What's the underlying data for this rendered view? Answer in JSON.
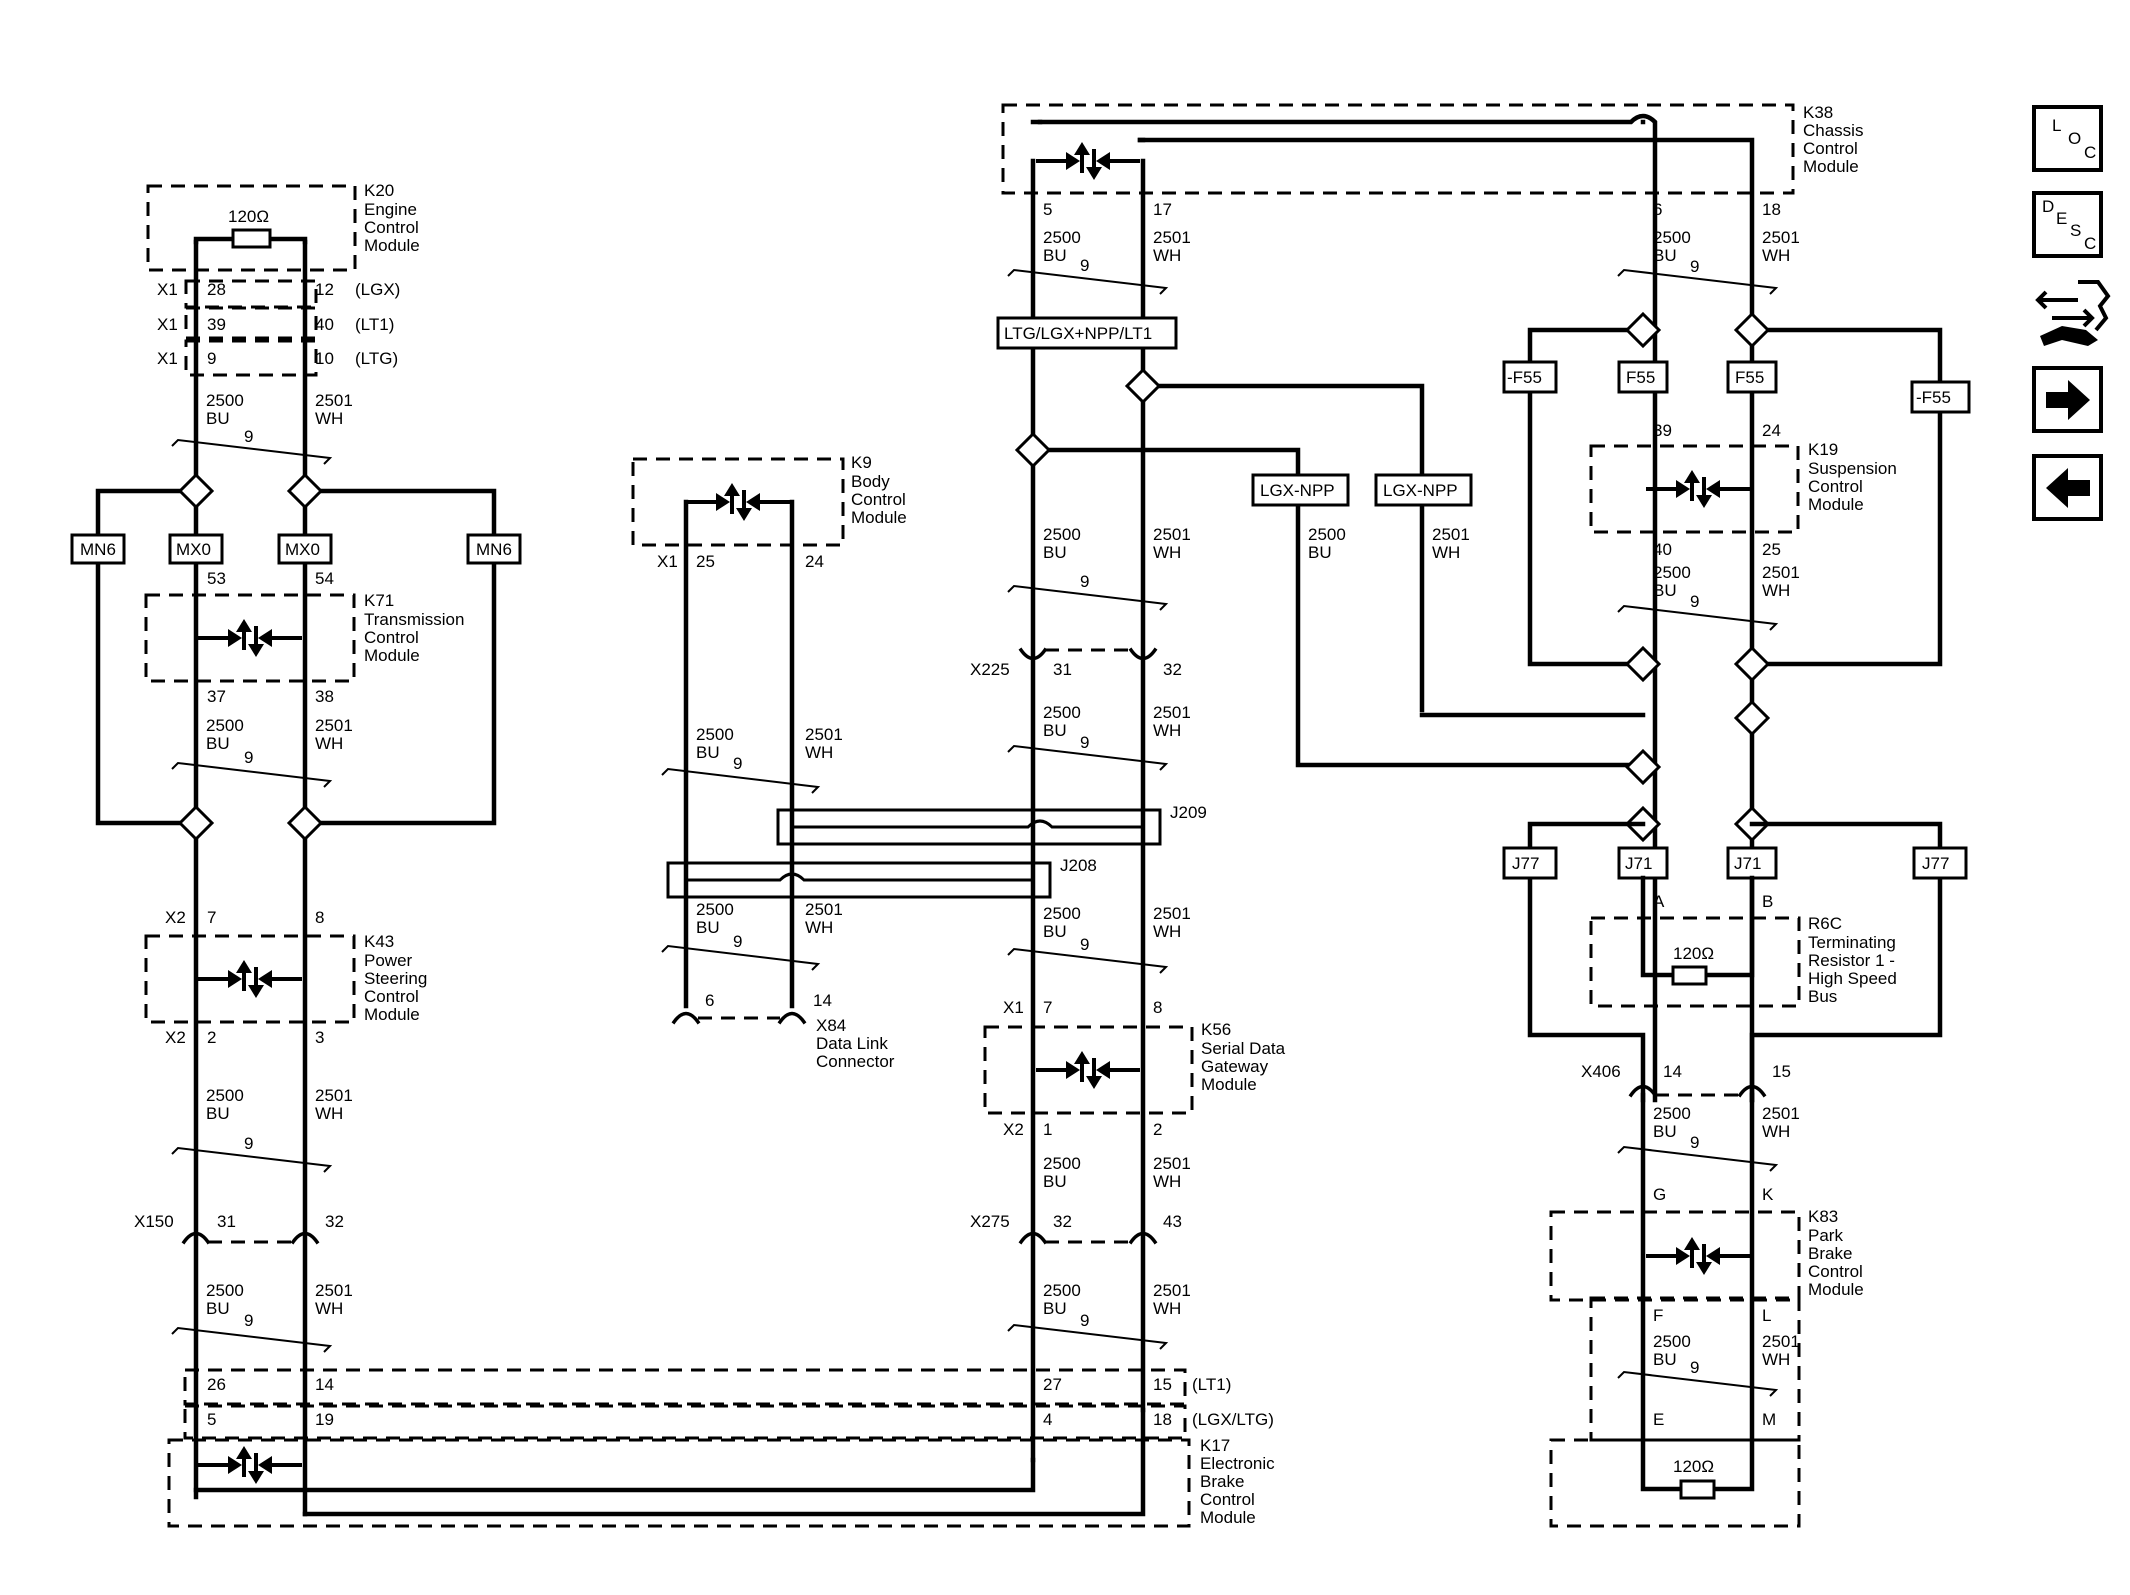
{
  "modules": {
    "k20": {
      "ref": "K20",
      "name_lines": [
        "Engine",
        "Control",
        "Module"
      ],
      "resistor": "120Ω"
    },
    "k71": {
      "ref": "K71",
      "name_lines": [
        "Transmission",
        "Control",
        "Module"
      ]
    },
    "k43": {
      "ref": "K43",
      "name_lines": [
        "Power",
        "Steering",
        "Control",
        "Module"
      ]
    },
    "k9": {
      "ref": "K9",
      "name_lines": [
        "Body",
        "Control",
        "Module"
      ]
    },
    "k38": {
      "ref": "K38",
      "name_lines": [
        "Chassis",
        "Control",
        "Module"
      ]
    },
    "k19": {
      "ref": "K19",
      "name_lines": [
        "Suspension",
        "Control",
        "Module"
      ]
    },
    "k56": {
      "ref": "K56",
      "name_lines": [
        "Serial Data",
        "Gateway",
        "Module"
      ]
    },
    "r6c": {
      "ref": "R6C",
      "name_lines": [
        "Terminating",
        "Resistor 1 -",
        "High Speed",
        "Bus"
      ],
      "resistor": "120Ω"
    },
    "k83": {
      "ref": "K83",
      "name_lines": [
        "Park",
        "Brake",
        "Control",
        "Module"
      ],
      "resistor": "120Ω"
    },
    "k17": {
      "ref": "K17",
      "name_lines": [
        "Electronic",
        "Brake",
        "Control",
        "Module"
      ]
    },
    "x84": {
      "ref": "X84",
      "name_lines": [
        "Data Link",
        "Connector"
      ]
    }
  },
  "connectors": {
    "x1": "X1",
    "x2": "X2",
    "x150": "X150",
    "x225": "X225",
    "x275": "X275",
    "x406": "X406"
  },
  "variants": {
    "lgx": "(LGX)",
    "lt1": "(LT1)",
    "ltg": "(LTG)",
    "lgx_ltg": "(LGX/LTG)"
  },
  "options": {
    "mn6": "MN6",
    "mx0": "MX0",
    "f55": "F55",
    "no_f55": "-F55",
    "lgx_npp": "LGX-NPP",
    "ltg_lgx_npp_lt1": "LTG/LGX+NPP/LT1",
    "j77": "J77",
    "j71": "J71"
  },
  "splices": {
    "j208": "J208",
    "j209": "J209"
  },
  "wires": {
    "circuit_low": "2500",
    "color_low": "BU",
    "circuit_high": "2501",
    "color_high": "WH",
    "twist": "9"
  },
  "pins": {
    "k20_28": "28",
    "k20_12": "12",
    "k20_39": "39",
    "k20_40": "40",
    "k20_9": "9",
    "k20_10": "10",
    "k71_53": "53",
    "k71_54": "54",
    "k71_37": "37",
    "k71_38": "38",
    "k43_7": "7",
    "k43_8": "8",
    "k43_2": "2",
    "k43_3": "3",
    "x150_31": "31",
    "x150_32": "32",
    "k17_26": "26",
    "k17_14": "14",
    "k17_5": "5",
    "k17_19": "19",
    "k17_27": "27",
    "k17_15": "15",
    "k17_4": "4",
    "k17_18": "18",
    "k9_25": "25",
    "k9_24": "24",
    "x84_6": "6",
    "x84_14": "14",
    "k38_5": "5",
    "k38_17": "17",
    "k38_6": "6",
    "k38_18": "18",
    "x225_31": "31",
    "x225_32": "32",
    "k56_7": "7",
    "k56_8": "8",
    "k56_1": "1",
    "k56_2": "2",
    "x275_32": "32",
    "x275_43": "43",
    "k19_39": "39",
    "k19_24": "24",
    "k19_40": "40",
    "k19_25": "25",
    "r6c_a": "A",
    "r6c_b": "B",
    "x406_14": "14",
    "x406_15": "15",
    "k83_g": "G",
    "k83_k": "K",
    "k83_f": "F",
    "k83_l": "L",
    "k83_e": "E",
    "k83_m": "M"
  },
  "nav": {
    "loc": [
      "L",
      "O",
      "C"
    ],
    "desc": [
      "D",
      "E",
      "S",
      "C"
    ],
    "icons": [
      "connector-wrench-icon",
      "arrow-right-icon",
      "arrow-left-icon"
    ]
  }
}
